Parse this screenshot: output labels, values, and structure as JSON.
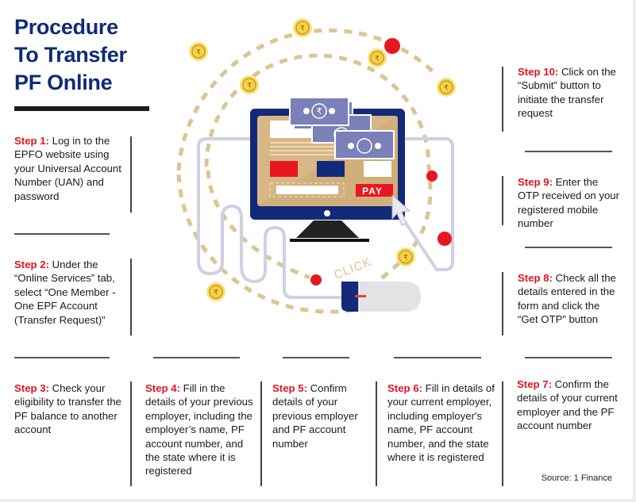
{
  "title": {
    "line1": "Procedure",
    "line2": "To Transfer",
    "line3": "PF Online"
  },
  "steps": [
    {
      "label": "Step 1:",
      "text": " Log in to the EPFO website using your Universal Account Number (UAN) and password"
    },
    {
      "label": "Step 2:",
      "text": " Under the “Online Services” tab, select “One Member - One EPF Account (Transfer Request)”"
    },
    {
      "label": "Step 3:",
      "text": " Check your eligibility to transfer the PF balance to another account"
    },
    {
      "label": "Step 4:",
      "text": " Fill in the details of your previous employer, including the employer’s name, PF account number, and the state where it is registered"
    },
    {
      "label": "Step 5:",
      "text": " Confirm details of your previous employer and PF account number"
    },
    {
      "label": "Step 6:",
      "text": " Fill in details of your current employer, including employer's name, PF account number, and the state where it is registered"
    },
    {
      "label": "Step 7:",
      "text": " Confirm the details of your current employer and the PF account number"
    },
    {
      "label": "Step 8:",
      "text": " Check all the details entered in the form and click the “Get OTP” button"
    },
    {
      "label": "Step 9:",
      "text": " Enter the OTP received on your registered mobile number"
    },
    {
      "label": "Step 10:",
      "text": " Click on the “Submit” button to initiate the transfer request"
    }
  ],
  "illustration": {
    "pay_button": "PAY",
    "click_text": "CLICK",
    "currency_symbol": "₹",
    "icons": [
      "computer-monitor-icon",
      "banknote-icon",
      "coin-icon",
      "mouse-icon",
      "cursor-arrow-icon"
    ]
  },
  "colors": {
    "title": "#0f2a78",
    "step_label": "#e0141e",
    "navy": "#13297a",
    "red": "#e8171f",
    "tan": "#d9bf8c",
    "coin": "#f6d24a",
    "banknote": "#7b80b8"
  },
  "source": "Source: 1 Finance"
}
